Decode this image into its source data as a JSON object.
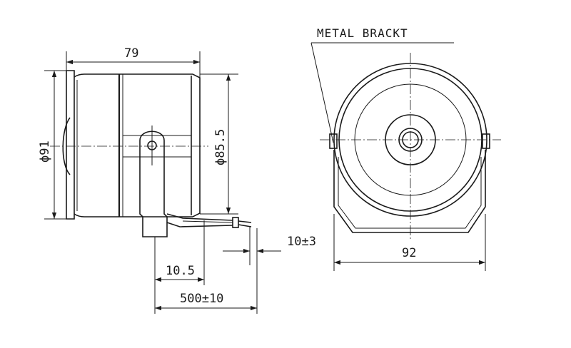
{
  "callout": {
    "label": "METAL BRACKT"
  },
  "dimensions": {
    "length": "79",
    "outer_diameter": "ϕ91",
    "inner_diameter": "ϕ85.5",
    "offset": "10.5",
    "cable_length": "500±10",
    "wire_strip": "10±3",
    "width": "92"
  }
}
